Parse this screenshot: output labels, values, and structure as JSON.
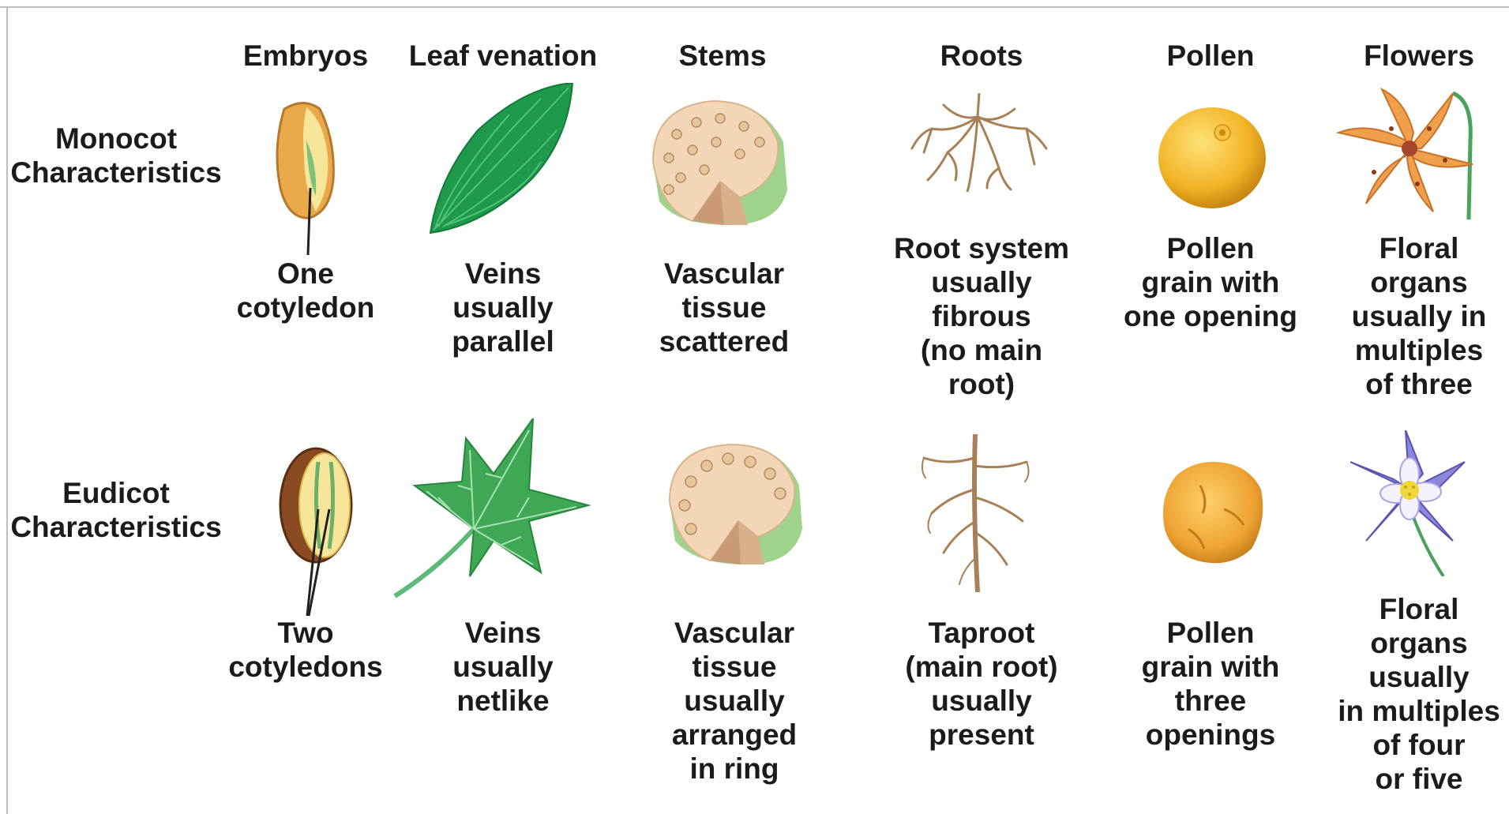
{
  "columns": [
    "Embryos",
    "Leaf venation",
    "Stems",
    "Roots",
    "Pollen",
    "Flowers"
  ],
  "rows": {
    "monocot": {
      "label": "Monocot\nCharacteristics",
      "captions": {
        "embryo": "One\ncotyledon",
        "leaf": "Veins\nusually\nparallel",
        "stem": "Vascular\ntissue\nscattered",
        "root": "Root system\nusually\nfibrous\n(no main\nroot)",
        "pollen": "Pollen\ngrain with\none opening",
        "flower": "Floral\norgans\nusually in\nmultiples\nof three"
      }
    },
    "eudicot": {
      "label": "Eudicot\nCharacteristics",
      "captions": {
        "embryo": "Two\ncotyledons",
        "leaf": "Veins\nusually\nnetlike",
        "stem": "Vascular\ntissue\nusually\narranged\nin ring",
        "root": "Taproot\n(main root)\nusually\npresent",
        "pollen": "Pollen\ngrain with\nthree\nopenings",
        "flower": "Floral\norgans\nusually\nin multiples\nof four\nor five"
      }
    }
  },
  "colors": {
    "seed_tan": "#e9a94a",
    "leaf_green": "#1f9a4c",
    "stem_tan": "#f3d6b8",
    "root_brown": "#a98056",
    "pollen_yellow": "#f2b224",
    "lily_orange": "#f0a04a",
    "columbine_purple": "#8c86dc"
  }
}
